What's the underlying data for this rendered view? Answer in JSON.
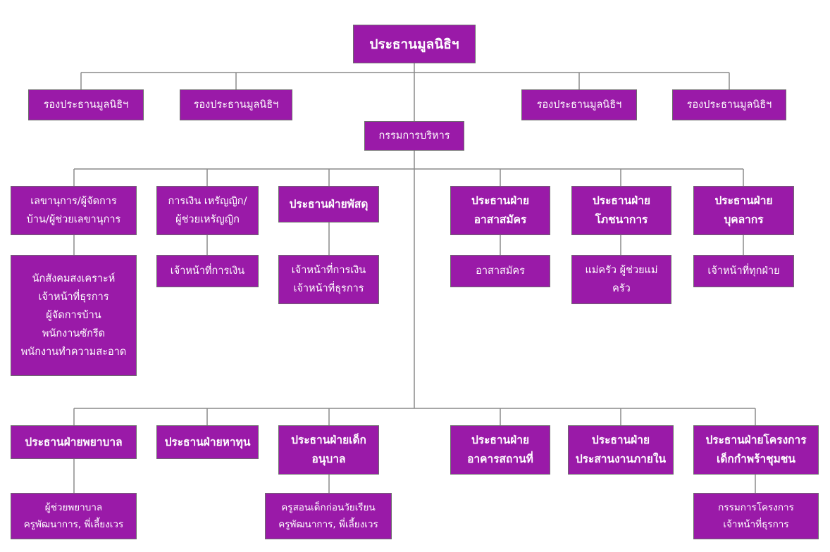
{
  "root": "ประธานมูลนิธิฯ",
  "vice_presidents": [
    "รองประธานมูลนิธิฯ",
    "รองประธานมูลนิธิฯ",
    "รองประธานมูลนิธิฯ",
    "รองประธานมูลนิธิฯ"
  ],
  "executive_committee": "กรรมการบริหาร",
  "upper_row": {
    "heads": [
      "เลขานุการ/ผู้จัดการ\nบ้าน/ผู้ช่วยเลขานุการ",
      "การเงิน เหรัญญิก/\nผู้ช่วยเหรัญญิก",
      "ประธานฝ่ายพัสดุ",
      "ประธานฝ่าย\nอาสาสมัคร",
      "ประธานฝ่าย\nโภชนาการ",
      "ประธานฝ่าย\nบุคลากร"
    ],
    "staff": [
      "นักสังคมสงเคราะห์\nเจ้าหน้าที่ธุรการ\nผู้จัดการบ้าน\nพนักงานซักรีด\nพนักงานทำความสะอาด",
      "เจ้าหน้าที่การเงิน",
      "เจ้าหน้าที่การเงิน\nเจ้าหน้าที่ธุรการ",
      "อาสาสมัคร",
      "แม่ครัว ผู้ช่วยแม่\nครัว",
      "เจ้าหน้าที่ทุกฝ่าย"
    ]
  },
  "lower_row": {
    "heads": [
      "ประธานฝ่ายพยาบาล",
      "ประธานฝ่ายหาทุน",
      "ประธานฝ่ายเด็ก\nอนุบาล",
      "ประธานฝ่าย\nอาคารสถานที่",
      "ประธานฝ่าย\nประสานงานภายใน",
      "ประธานฝ่ายโครงการ\nเด็กกำพร้าชุมชน"
    ],
    "staff": [
      "ผู้ช่วยพยาบาล\nครูพัฒนาการ, พี่เลี้ยงเวร",
      "ครูสอนเด็กก่อนวัยเรียน\nครูพัฒนาการ, พี่เลี้ยงเวร",
      "กรรมการโครงการ\nเจ้าหน้าที่ธุรการ"
    ]
  },
  "colors": {
    "box_fill": "#9a1aa8",
    "box_border": "#6d6d6d",
    "line": "#8a8a8a",
    "text": "#ffffff"
  }
}
